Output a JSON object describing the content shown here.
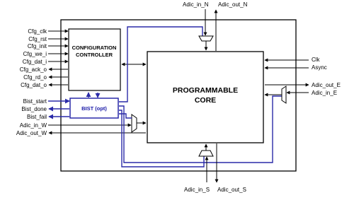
{
  "blocks": {
    "config": {
      "line1": "CONFIGURATION",
      "line2": "CONTROLLER"
    },
    "bist": "BIST (opt)",
    "core": {
      "line1": "PROGRAMMABLE",
      "line2": "CORE"
    }
  },
  "left_signals": [
    "Cfg_clk",
    "Cfg_rst",
    "Cfg_init",
    "Cfg_we_i",
    "Cfg_dat_i",
    "Cfg_ack_o",
    "Cfg_rd_o",
    "Cfg_dat_o"
  ],
  "bist_signals": [
    "Bist_start",
    "Bist_done",
    "Bist_fail"
  ],
  "west_signals": [
    "Adic_in_W",
    "Adic_out_W"
  ],
  "right_signals": [
    "Clk",
    "Async"
  ],
  "east_signals": [
    "Adic_out_E",
    "Adic_in_E"
  ],
  "top_signals": [
    "Adic_in_N",
    "Adic_out_N"
  ],
  "bottom_signals": [
    "Adic_in_S",
    "Adic_out_S"
  ],
  "colors": {
    "line": "#000000",
    "bist_path": "#2a2aa8"
  }
}
